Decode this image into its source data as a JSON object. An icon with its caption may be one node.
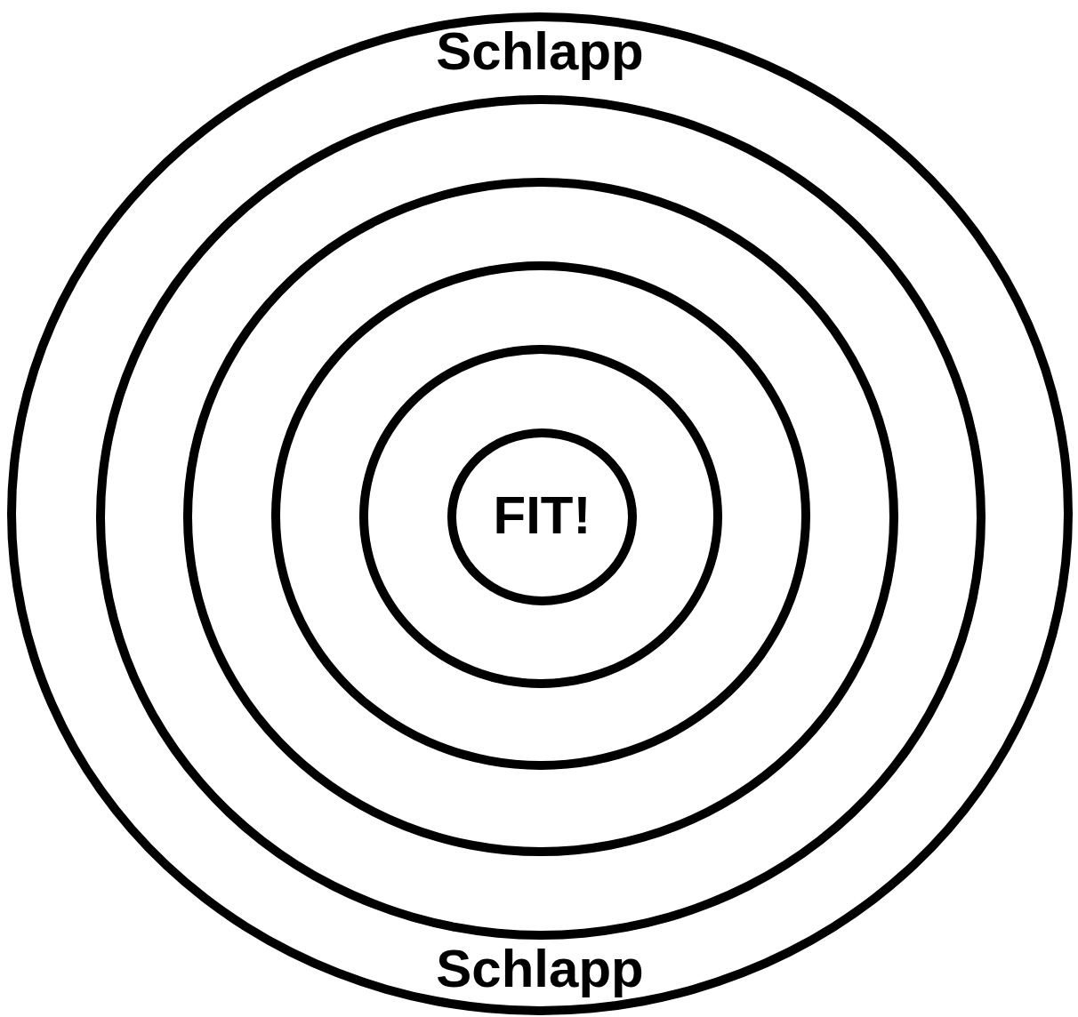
{
  "diagram": {
    "nodes": [
      {
        "text": [
          "Schlapp",
          "Schlapp"
        ]
      },
      {
        "text": [],
        "shape": "ellipse",
        "in": 0
      },
      {
        "text": [],
        "shape": "ellipse",
        "in": 1
      },
      {
        "text": [],
        "shape": "ellipse",
        "in": 2
      },
      {
        "text": [],
        "shape": "ellipse",
        "in": 3
      },
      {
        "text": [
          "FIT!"
        ],
        "in": 4
      }
    ]
  }
}
